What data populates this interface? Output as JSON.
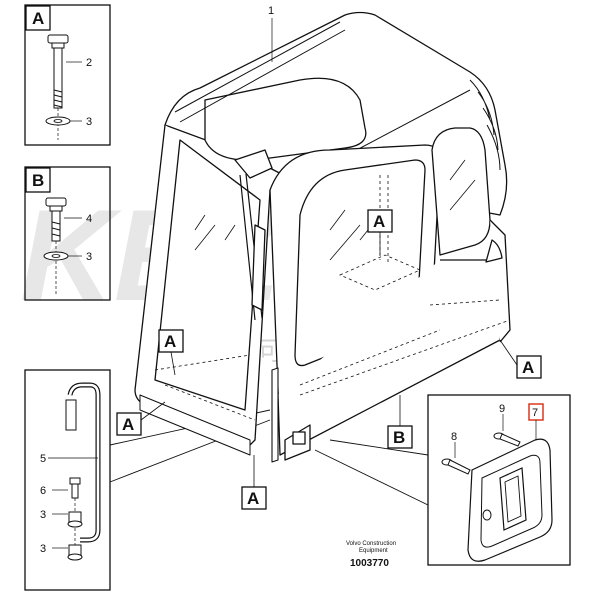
{
  "watermark": {
    "text": "KEZE",
    "subtext": "可此正"
  },
  "callouts": {
    "n1": "1",
    "n2": "2",
    "n3": "3",
    "n4": "4",
    "n5": "5",
    "n6": "6",
    "n7": "7",
    "n8": "8",
    "n9": "9"
  },
  "view_labels": {
    "a": "A",
    "b": "B"
  },
  "caption": {
    "line1": "Volvo Construction",
    "line2": "Equipment",
    "doc_number": "1003770"
  },
  "colors": {
    "highlight": "#d9381e",
    "ink": "#111111"
  }
}
